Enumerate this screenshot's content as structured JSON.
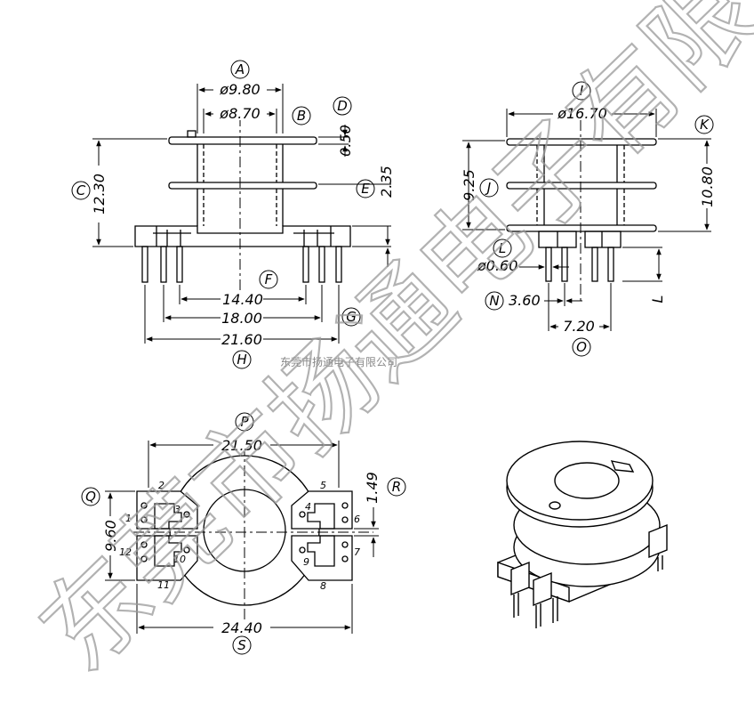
{
  "labels": {
    "A": "A",
    "B": "B",
    "D": "D",
    "C": "C",
    "E": "E",
    "F": "F",
    "G": "G",
    "H": "H",
    "I": "I",
    "J": "J",
    "K": "K",
    "L": "L",
    "N": "N",
    "O": "O",
    "P": "P",
    "Q": "Q",
    "R": "R",
    "S": "S"
  },
  "front_view": {
    "dia_outer": "ø9.80",
    "dia_inner": "ø8.70",
    "flange_thk": "0.50",
    "height": "12.30",
    "gap": "2.35",
    "pin_14": "14.40",
    "pin_18": "18.00",
    "pin_21": "21.60"
  },
  "side_view": {
    "dia": "ø16.70",
    "h_925": "9.25",
    "h_1080": "10.80",
    "pin_dia": "ø0.60",
    "pitch": "3.60",
    "span": "7.20",
    "L_dim": "L"
  },
  "bottom_view": {
    "width_top": "21.50",
    "width_bottom": "24.40",
    "height": "9.60",
    "slot": "1.49",
    "pins": [
      "1",
      "2",
      "3",
      "4",
      "5",
      "6",
      "7",
      "8",
      "9",
      "10",
      "11",
      "12"
    ]
  },
  "company": "东莞市扬通电子有限公司",
  "watermark": "东莞市扬通电子有限公司"
}
